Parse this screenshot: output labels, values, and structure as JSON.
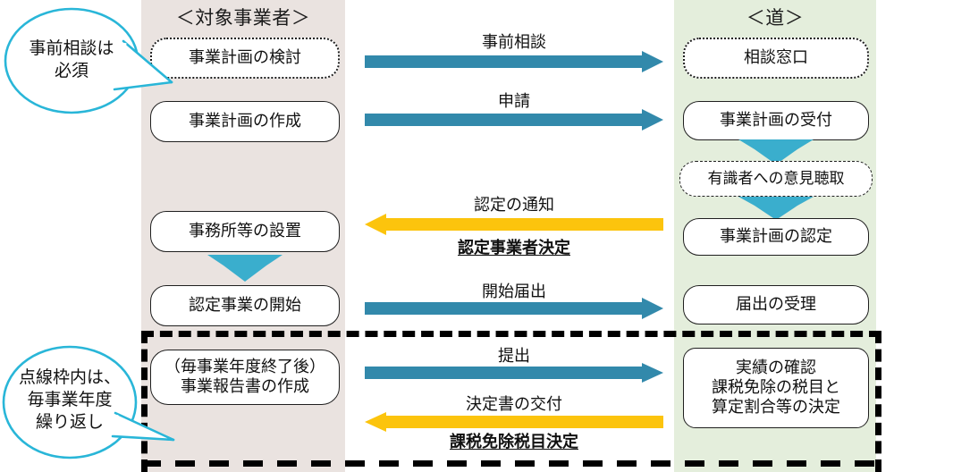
{
  "lanes": {
    "left": {
      "title": "＜対象事業者＞",
      "bg": "#eae3e0"
    },
    "right": {
      "title": "＜道＞",
      "bg": "#e4eedc"
    }
  },
  "colors": {
    "teal_arrow": "#3289ab",
    "yellow_arrow": "#fcc40d",
    "chevron_blue": "#3aaecd",
    "callout_stroke": "#29b6d8",
    "lane_left_bg": "#eae3e0",
    "lane_right_bg": "#e4eedc",
    "frame_dash": "#000000"
  },
  "left_boxes": [
    {
      "id": "plan-study",
      "label": "事業計画の検討",
      "border": "dotted"
    },
    {
      "id": "plan-create",
      "label": "事業計画の作成",
      "border": "solid"
    },
    {
      "id": "office-setup",
      "label": "事務所等の設置",
      "border": "solid"
    },
    {
      "id": "business-start",
      "label": "認定事業の開始",
      "border": "solid"
    },
    {
      "id": "annual-report",
      "label": "（毎事業年度終了後）\n事業報告書の作成",
      "border": "solid"
    }
  ],
  "right_boxes": [
    {
      "id": "consult-desk",
      "label": "相談窓口",
      "border": "dotted"
    },
    {
      "id": "plan-receipt",
      "label": "事業計画の受付",
      "border": "solid"
    },
    {
      "id": "expert-hearing",
      "label": "有識者への意見聴取",
      "border": "dashed"
    },
    {
      "id": "plan-approval",
      "label": "事業計画の認定",
      "border": "solid"
    },
    {
      "id": "notification-accept",
      "label": "届出の受理",
      "border": "solid"
    },
    {
      "id": "results-check",
      "label": "実績の確認\n課税免除の税目と\n算定割合等の決定",
      "border": "solid"
    }
  ],
  "arrows": [
    {
      "id": "prior-consult",
      "label": "事前相談",
      "direction": "right",
      "color": "teal"
    },
    {
      "id": "application",
      "label": "申請",
      "direction": "right",
      "color": "teal"
    },
    {
      "id": "approval-notice",
      "label": "認定の通知",
      "direction": "left",
      "color": "yellow"
    },
    {
      "id": "start-notification",
      "label": "開始届出",
      "direction": "right",
      "color": "teal"
    },
    {
      "id": "submission",
      "label": "提出",
      "direction": "right",
      "color": "teal"
    },
    {
      "id": "decision-document",
      "label": "決定書の交付",
      "direction": "left",
      "color": "yellow"
    }
  ],
  "emphasis_labels": [
    {
      "id": "approved-operator-decision",
      "label": "認定事業者決定"
    },
    {
      "id": "tax-exemption-decision",
      "label": "課税免除税目決定"
    }
  ],
  "callouts": [
    {
      "id": "prior-consult-required",
      "text": "事前相談は\n必須"
    },
    {
      "id": "repeat-annually",
      "text": "点線枠内は、\n毎事業年度\n繰り返し"
    }
  ]
}
